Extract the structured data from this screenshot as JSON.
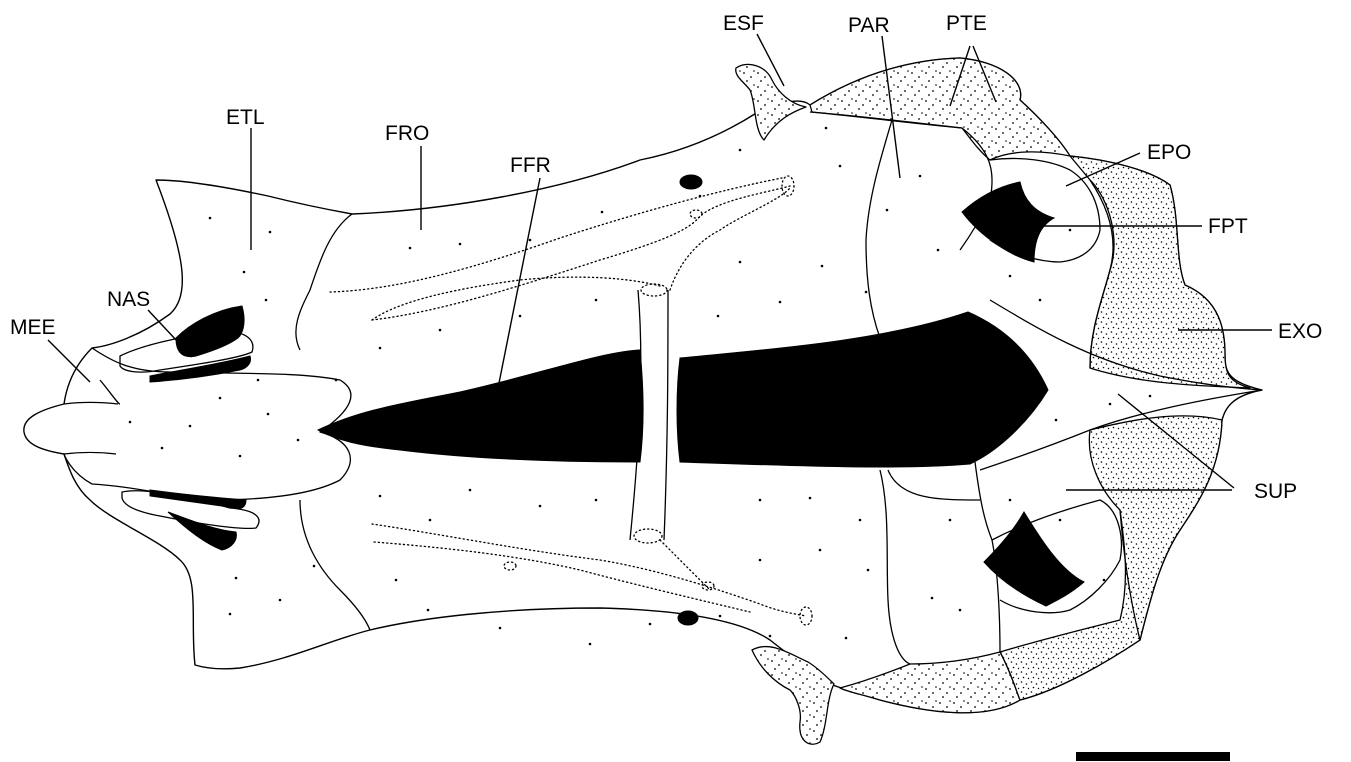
{
  "labels": {
    "esf": "ESF",
    "par": "PAR",
    "pte": "PTE",
    "etl": "ETL",
    "fro": "FRO",
    "ffr": "FFR",
    "epo": "EPO",
    "fpt": "FPT",
    "nas": "NAS",
    "mee": "MEE",
    "exo": "EXO",
    "sup": "SUP"
  },
  "colors": {
    "ink": "#000000",
    "paper": "#ffffff"
  }
}
